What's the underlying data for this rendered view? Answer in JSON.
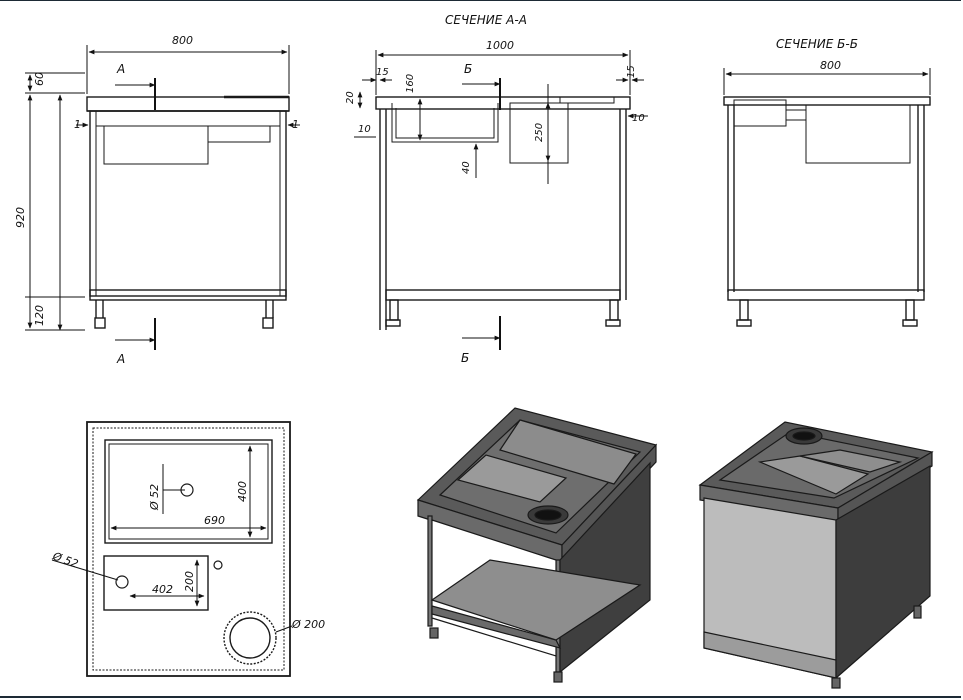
{
  "section_aa_title": "СЕЧЕНИЕ А-А",
  "section_bb_title": "СЕЧЕНИЕ Б-Б",
  "front_view": {
    "width": "800",
    "top": "60",
    "height": "920",
    "bottom": "120",
    "gap_left": "1",
    "gap_right": "1",
    "cut_top": "А",
    "cut_bottom": "А"
  },
  "section_aa": {
    "width": "1000",
    "left_edge": "15",
    "right_edge": "15",
    "top_thickness": "20",
    "sink_depth": "160",
    "sink_offset": "10",
    "bin_depth": "250",
    "clearance": "40",
    "right_offset": "10",
    "cut_top": "Б",
    "cut_bottom": "Б"
  },
  "section_bb": {
    "width": "800"
  },
  "plan_view": {
    "hole_big_sink": "Ø 52",
    "sink_big_depth": "400",
    "sink_big_width": "690",
    "hole_small_sink": "Ø 52",
    "sink_small_width": "402",
    "sink_small_depth": "200",
    "hole_bin": "Ø 200"
  },
  "colors": {
    "line": "#1a1a1a",
    "dark_metal": "#4a4a4a",
    "mid_metal": "#8c8c8c",
    "light_metal": "#b5b5b5"
  }
}
